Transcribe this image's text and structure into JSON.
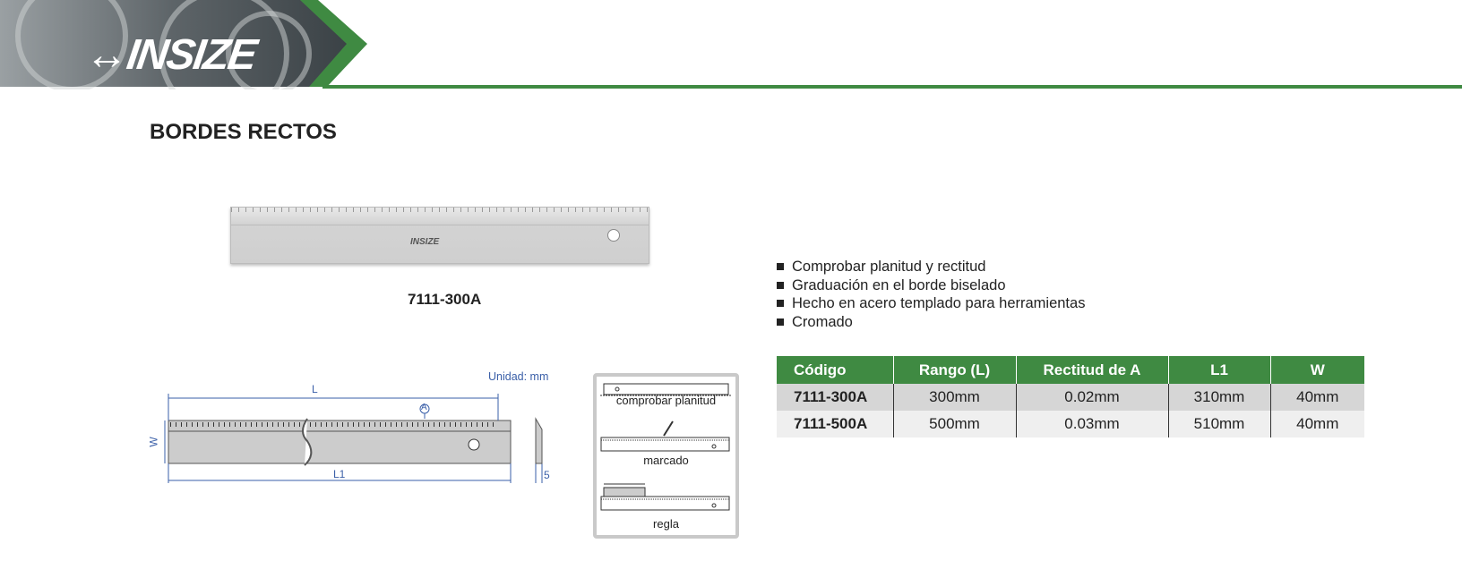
{
  "brand": {
    "logo": "INSIZE",
    "accent": "#3f8a42"
  },
  "page_title": "BORDES RECTOS",
  "product": {
    "model": "7111-300A",
    "ruler_logo": "INSIZE"
  },
  "features": [
    "Comprobar planitud y rectitud",
    "Graduación en el borde biselado",
    "Hecho en acero templado para herramientas",
    "Cromado"
  ],
  "diagram": {
    "unit": "Unidad: mm",
    "L": "L",
    "L1": "L1",
    "W": "W",
    "A": "A",
    "thickness": "5"
  },
  "usage": {
    "items": [
      "comprobar planitud",
      "marcado",
      "regla"
    ]
  },
  "table": {
    "headers": [
      "Código",
      "Rango (L)",
      "Rectitud de A",
      "L1",
      "W"
    ],
    "rows": [
      [
        "7111-300A",
        "300mm",
        "0.02mm",
        "310mm",
        "40mm"
      ],
      [
        "7111-500A",
        "500mm",
        "0.03mm",
        "510mm",
        "40mm"
      ]
    ]
  }
}
